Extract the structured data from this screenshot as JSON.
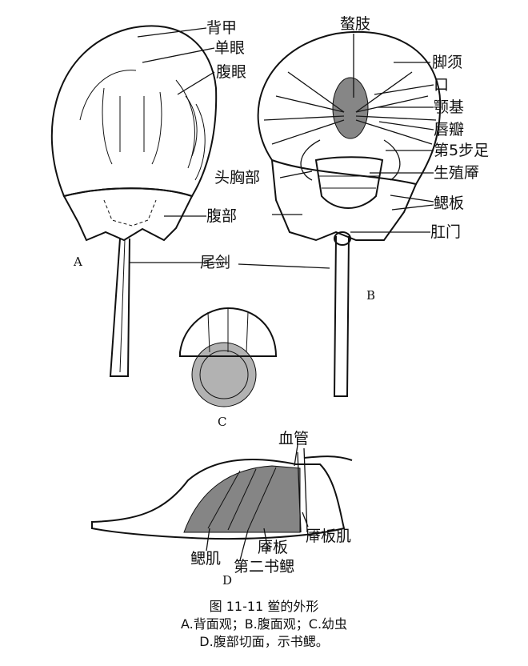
{
  "labels": {
    "a": {
      "beijia": "背甲",
      "danyan": "单眼",
      "fuyan": "腹眼",
      "fubu": "腹部",
      "weijian": "尾剑"
    },
    "b": {
      "aozhi": "螯肢",
      "jiaoxu": "脚须",
      "kou": "口",
      "eji": "颚基",
      "chuban": "唇瓣",
      "bu5": "第5步足",
      "shengzhi": "生殖厣",
      "touxiong": "头胸部",
      "saiban": "鳃板",
      "gangmen": "肛门"
    },
    "d": {
      "xueguan": "血管",
      "yanbanji": "厣板肌",
      "saiji": "鳃肌",
      "yanban": "厣板",
      "diershusai": "第二书鳃"
    }
  },
  "panel_tags": [
    "A",
    "B",
    "C",
    "D"
  ],
  "caption": {
    "line1": "图 11-11 鲎的外形",
    "line2": "A.背面观；B.腹面观；C.幼虫",
    "line3": "D.腹部切面，示书鳃。"
  }
}
